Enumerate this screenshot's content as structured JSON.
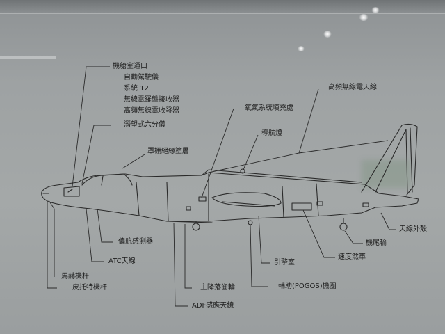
{
  "labels": {
    "cockpit_list": [
      "機艙室通口",
      "自動駕駛儀",
      "系統 12",
      "無線電羅盤接收器",
      "高頻無線電收發器"
    ],
    "periscope_sextant": "潛望式六分儀",
    "canopy_insulation": "罩棚絕緣塗層",
    "oxygen_charge": "氧氣系統填充處",
    "nav_light": "導航燈",
    "hf_antenna": "高頻無線電天線",
    "yaw_sensor": "偏航感測器",
    "atc_antenna": "ATC天線",
    "mach_probe": "馬赫機杆",
    "pitot_probe": "皮托特機杆",
    "main_gear": "主降落齒輪",
    "adf_antenna": "ADF感應天線",
    "engine_bay": "引擎室",
    "pogos": "輔助(POGOS)機圈",
    "speed_brake": "速度煞車",
    "tail_wheel": "機尾輪",
    "antenna_fairing": "天線外殼"
  },
  "colors": {
    "panel": "#a4a8a8",
    "ink": "#1c1c1c",
    "line": "#2a2a2a"
  }
}
